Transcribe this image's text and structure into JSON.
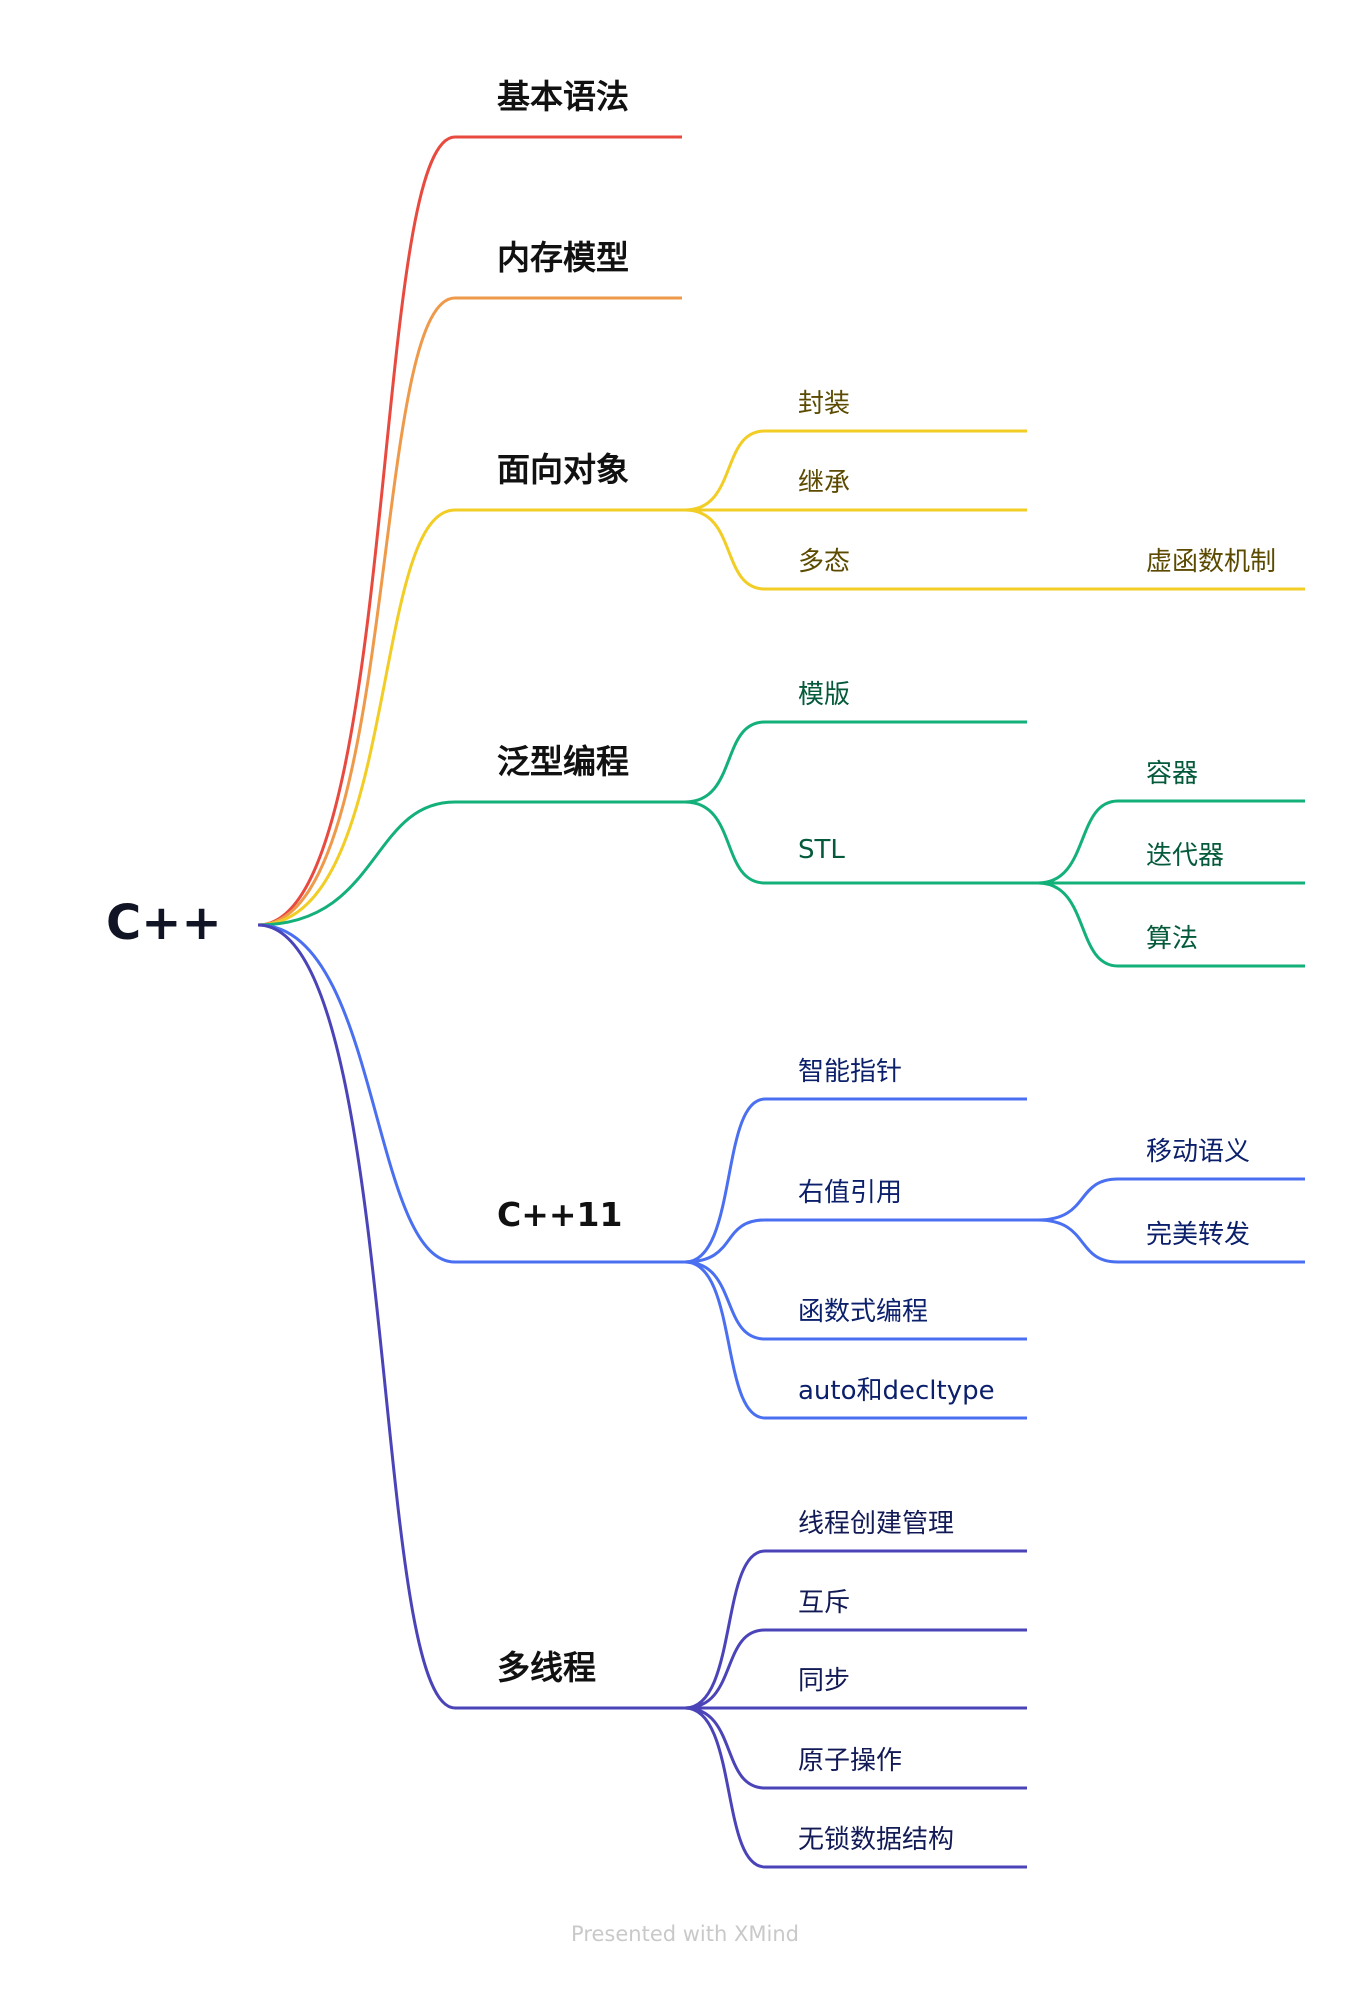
{
  "root": {
    "label": "C++"
  },
  "colors": {
    "basic": "#e84a3f",
    "memory": "#ee9a4a",
    "oop": "#f2cd25",
    "oop_text": "#5b4a00",
    "generic": "#14b07a",
    "generic_text": "#045a3a",
    "cpp11": "#4a6ff0",
    "cpp11_text": "#0b1f6b",
    "thread": "#4a44b8",
    "thread_text": "#111a55"
  },
  "branches": [
    {
      "label": "基本语法",
      "children": []
    },
    {
      "label": "内存模型",
      "children": []
    },
    {
      "label": "面向对象",
      "children": [
        {
          "label": "封装",
          "children": []
        },
        {
          "label": "继承",
          "children": []
        },
        {
          "label": "多态",
          "children": [
            {
              "label": "虚函数机制"
            }
          ]
        }
      ]
    },
    {
      "label": "泛型编程",
      "children": [
        {
          "label": "模版",
          "children": []
        },
        {
          "label": "STL",
          "children": [
            {
              "label": "容器"
            },
            {
              "label": "迭代器"
            },
            {
              "label": "算法"
            }
          ]
        }
      ]
    },
    {
      "label": "C++11",
      "children": [
        {
          "label": "智能指针",
          "children": []
        },
        {
          "label": "右值引用",
          "children": [
            {
              "label": "移动语义"
            },
            {
              "label": "完美转发"
            }
          ]
        },
        {
          "label": "函数式编程",
          "children": []
        },
        {
          "label": "auto和decltype",
          "children": []
        }
      ]
    },
    {
      "label": "多线程",
      "children": [
        {
          "label": "线程创建管理",
          "children": []
        },
        {
          "label": "互斥",
          "children": []
        },
        {
          "label": "同步",
          "children": []
        },
        {
          "label": "原子操作",
          "children": []
        },
        {
          "label": "无锁数据结构",
          "children": []
        }
      ]
    }
  ],
  "footer": "Presented with XMind"
}
